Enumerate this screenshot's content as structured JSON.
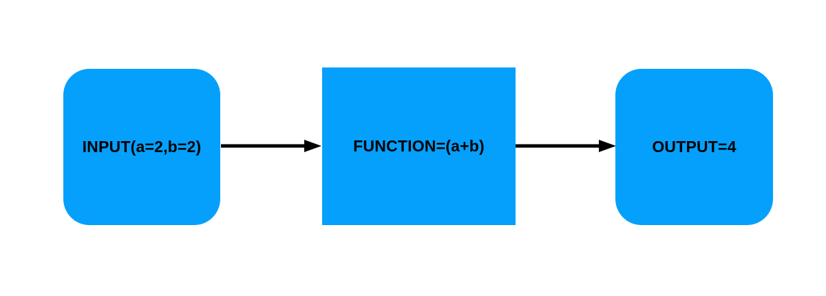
{
  "diagram": {
    "type": "flowchart",
    "direction": "left-to-right",
    "background_color": "#ffffff",
    "node_fill_color": "#04a0fb",
    "node_text_color": "#000000",
    "arrow_color": "#000000",
    "nodes": [
      {
        "id": "input",
        "label": "INPUT(a=2,b=2)",
        "shape": "rounded-rectangle"
      },
      {
        "id": "function",
        "label": "FUNCTION=(a+b)",
        "shape": "rectangle"
      },
      {
        "id": "output",
        "label": "OUTPUT=4",
        "shape": "rounded-rectangle"
      }
    ],
    "edges": [
      {
        "from": "input",
        "to": "function",
        "style": "solid-arrow"
      },
      {
        "from": "function",
        "to": "output",
        "style": "solid-arrow"
      }
    ]
  }
}
